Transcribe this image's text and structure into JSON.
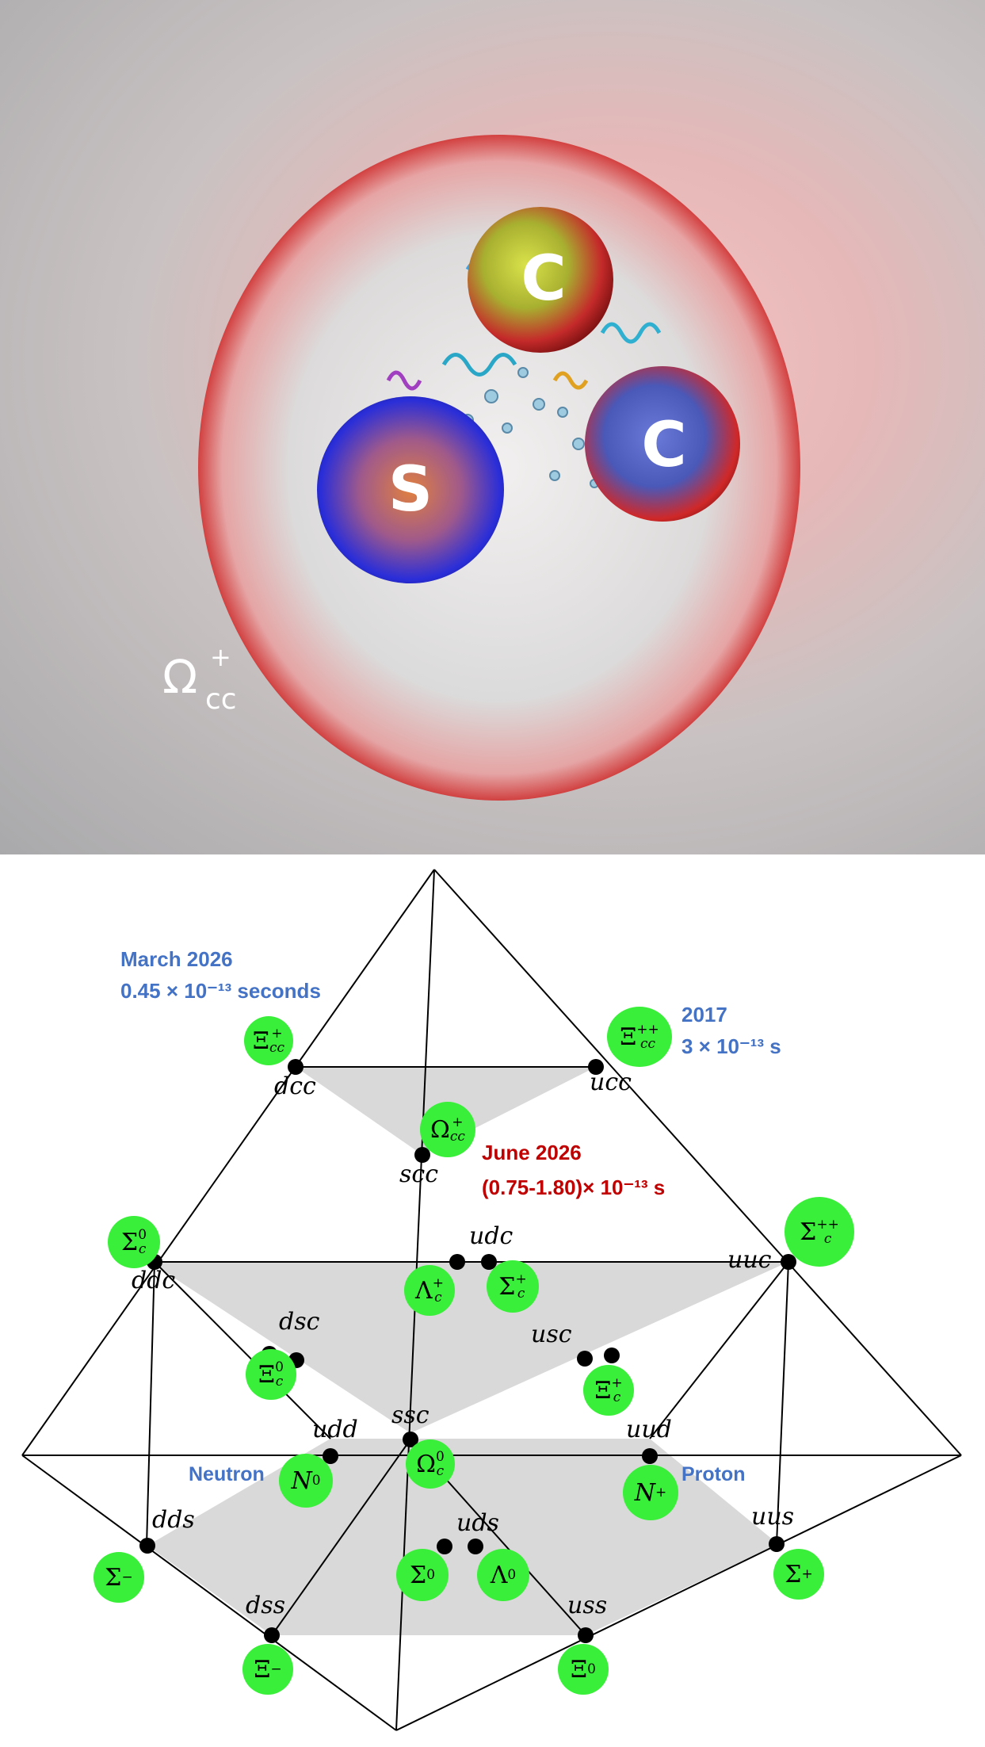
{
  "illustration": {
    "quark_labels": [
      "C",
      "C",
      "S"
    ],
    "particle_symbol": "Ω",
    "particle_superscript": "+",
    "particle_subscript": "cc",
    "colors": {
      "charm_quark": "#c0202a",
      "strange_quark": "#2a2ed8",
      "cloud_edge": "#e23030"
    }
  },
  "annotations": {
    "xicc_plus_date": "March 2026",
    "xicc_plus_lifetime": "0.45 × 10⁻¹³ seconds",
    "xicc_plusplus_date": "2017",
    "xicc_plusplus_lifetime": "3 × 10⁻¹³ s",
    "omegacc_date": "June 2026",
    "omegacc_lifetime": "(0.75-1.80)× 10⁻¹³ s",
    "neutron": "Neutron",
    "proton": "Proton"
  },
  "quark_content": {
    "dcc": "dcc",
    "ucc": "ucc",
    "scc": "scc",
    "udc": "udc",
    "ddc": "ddc",
    "uuc": "uuc",
    "dsc": "dsc",
    "usc": "usc",
    "ssc": "ssc",
    "udd": "udd",
    "uud": "uud",
    "dds": "dds",
    "uus": "uus",
    "uds": "uds",
    "dss": "dss",
    "uss": "uss"
  },
  "baryons": {
    "xicc_plus": {
      "sym": "Ξ",
      "sup": "+",
      "sub": "cc"
    },
    "xicc_plusplus": {
      "sym": "Ξ",
      "sup": "++",
      "sub": "cc"
    },
    "omegacc_plus": {
      "sym": "Ω",
      "sup": "+",
      "sub": "cc"
    },
    "sigmac_zero": {
      "sym": "Σ",
      "sup": "0",
      "sub": "c"
    },
    "sigmac_plusplus": {
      "sym": "Σ",
      "sup": "++",
      "sub": "c"
    },
    "lambdac_plus": {
      "sym": "Λ",
      "sup": "+",
      "sub": "c"
    },
    "sigmac_plus": {
      "sym": "Σ",
      "sup": "+",
      "sub": "c"
    },
    "xic_zero": {
      "sym": "Ξ",
      "sup": "0",
      "sub": "c"
    },
    "xic_plus": {
      "sym": "Ξ",
      "sup": "+",
      "sub": "c"
    },
    "omegac_zero": {
      "sym": "Ω",
      "sup": "0",
      "sub": "c"
    },
    "nucleon_zero": {
      "sym": "N",
      "sup": "0",
      "sub": ""
    },
    "nucleon_plus": {
      "sym": "N",
      "sup": "+",
      "sub": ""
    },
    "sigma_minus": {
      "sym": "Σ",
      "sup": "−",
      "sub": ""
    },
    "sigma_zero": {
      "sym": "Σ",
      "sup": "0",
      "sub": ""
    },
    "lambda_zero": {
      "sym": "Λ",
      "sup": "0",
      "sub": ""
    },
    "sigma_plus": {
      "sym": "Σ",
      "sup": "+",
      "sub": ""
    },
    "xi_minus": {
      "sym": "Ξ",
      "sup": "−",
      "sub": ""
    },
    "xi_zero": {
      "sym": "Ξ",
      "sup": "0",
      "sub": ""
    }
  },
  "colors": {
    "badge": "#39ef39",
    "note_blue": "#4472c4",
    "note_red": "#c00000",
    "shading": "#d9d9d9"
  }
}
